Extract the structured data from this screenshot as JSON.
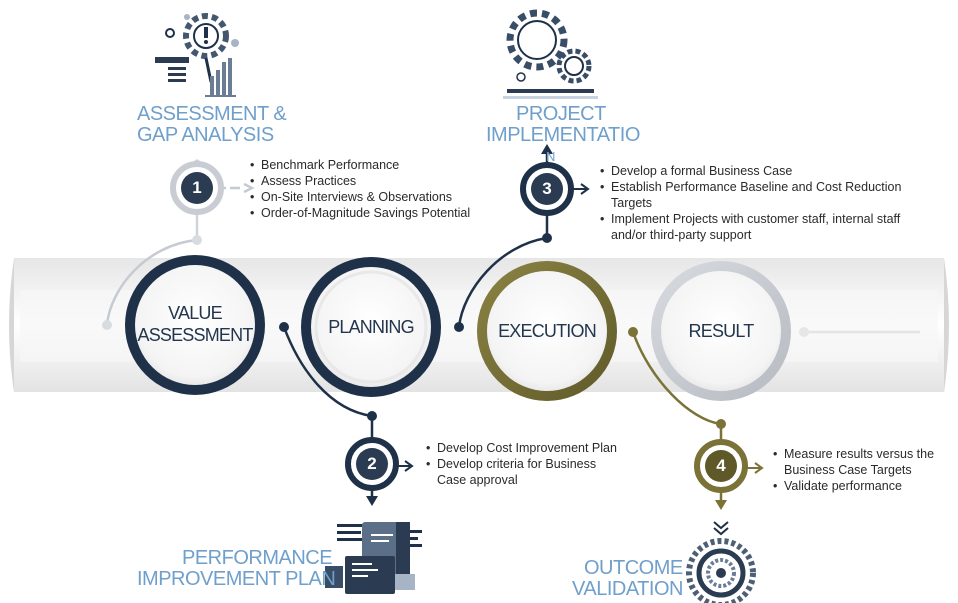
{
  "headings": {
    "assessment": [
      "ASSESSMENT &",
      "GAP ANALYSIS"
    ],
    "implementation": [
      "PROJECT",
      "IMPLEMENTATIO"
    ],
    "implementation_overflow": "N",
    "performance": [
      "PERFORMANCE",
      "IMPROVEMENT PLAN"
    ],
    "outcome": [
      "OUTCOME",
      "VALIDATION"
    ]
  },
  "phases": [
    {
      "label": [
        "VALUE",
        "ASSESSMENT"
      ]
    },
    {
      "label": [
        "PLANNING"
      ]
    },
    {
      "label": [
        "EXECUTION"
      ]
    },
    {
      "label": [
        "RESULT"
      ]
    }
  ],
  "steps": [
    {
      "number": "1",
      "bullets": [
        "Benchmark Performance",
        "Assess Practices",
        "On-Site Interviews & Observations",
        "Order-of-Magnitude Savings Potential"
      ]
    },
    {
      "number": "2",
      "bullets": [
        "Develop Cost Improvement Plan",
        "Develop criteria for Business",
        "Case approval"
      ]
    },
    {
      "number": "3",
      "bullets": [
        "Develop a formal Business Case",
        "Establish Performance Baseline and Cost Reduction",
        "Targets",
        "Implement Projects with customer staff, internal staff",
        "and/or third-party support"
      ]
    },
    {
      "number": "4",
      "bullets": [
        "Measure results versus the",
        "Business Case Targets",
        "Validate performance"
      ]
    }
  ],
  "icons": [
    "assessment-gear-icon",
    "project-gears-icon",
    "performance-documents-icon",
    "outcome-target-icon"
  ],
  "colors": {
    "navy": "#1f3148",
    "olive": "#7a7237",
    "steel_blue": "#6f9fcb",
    "light_gray": "#c8ccd2"
  }
}
